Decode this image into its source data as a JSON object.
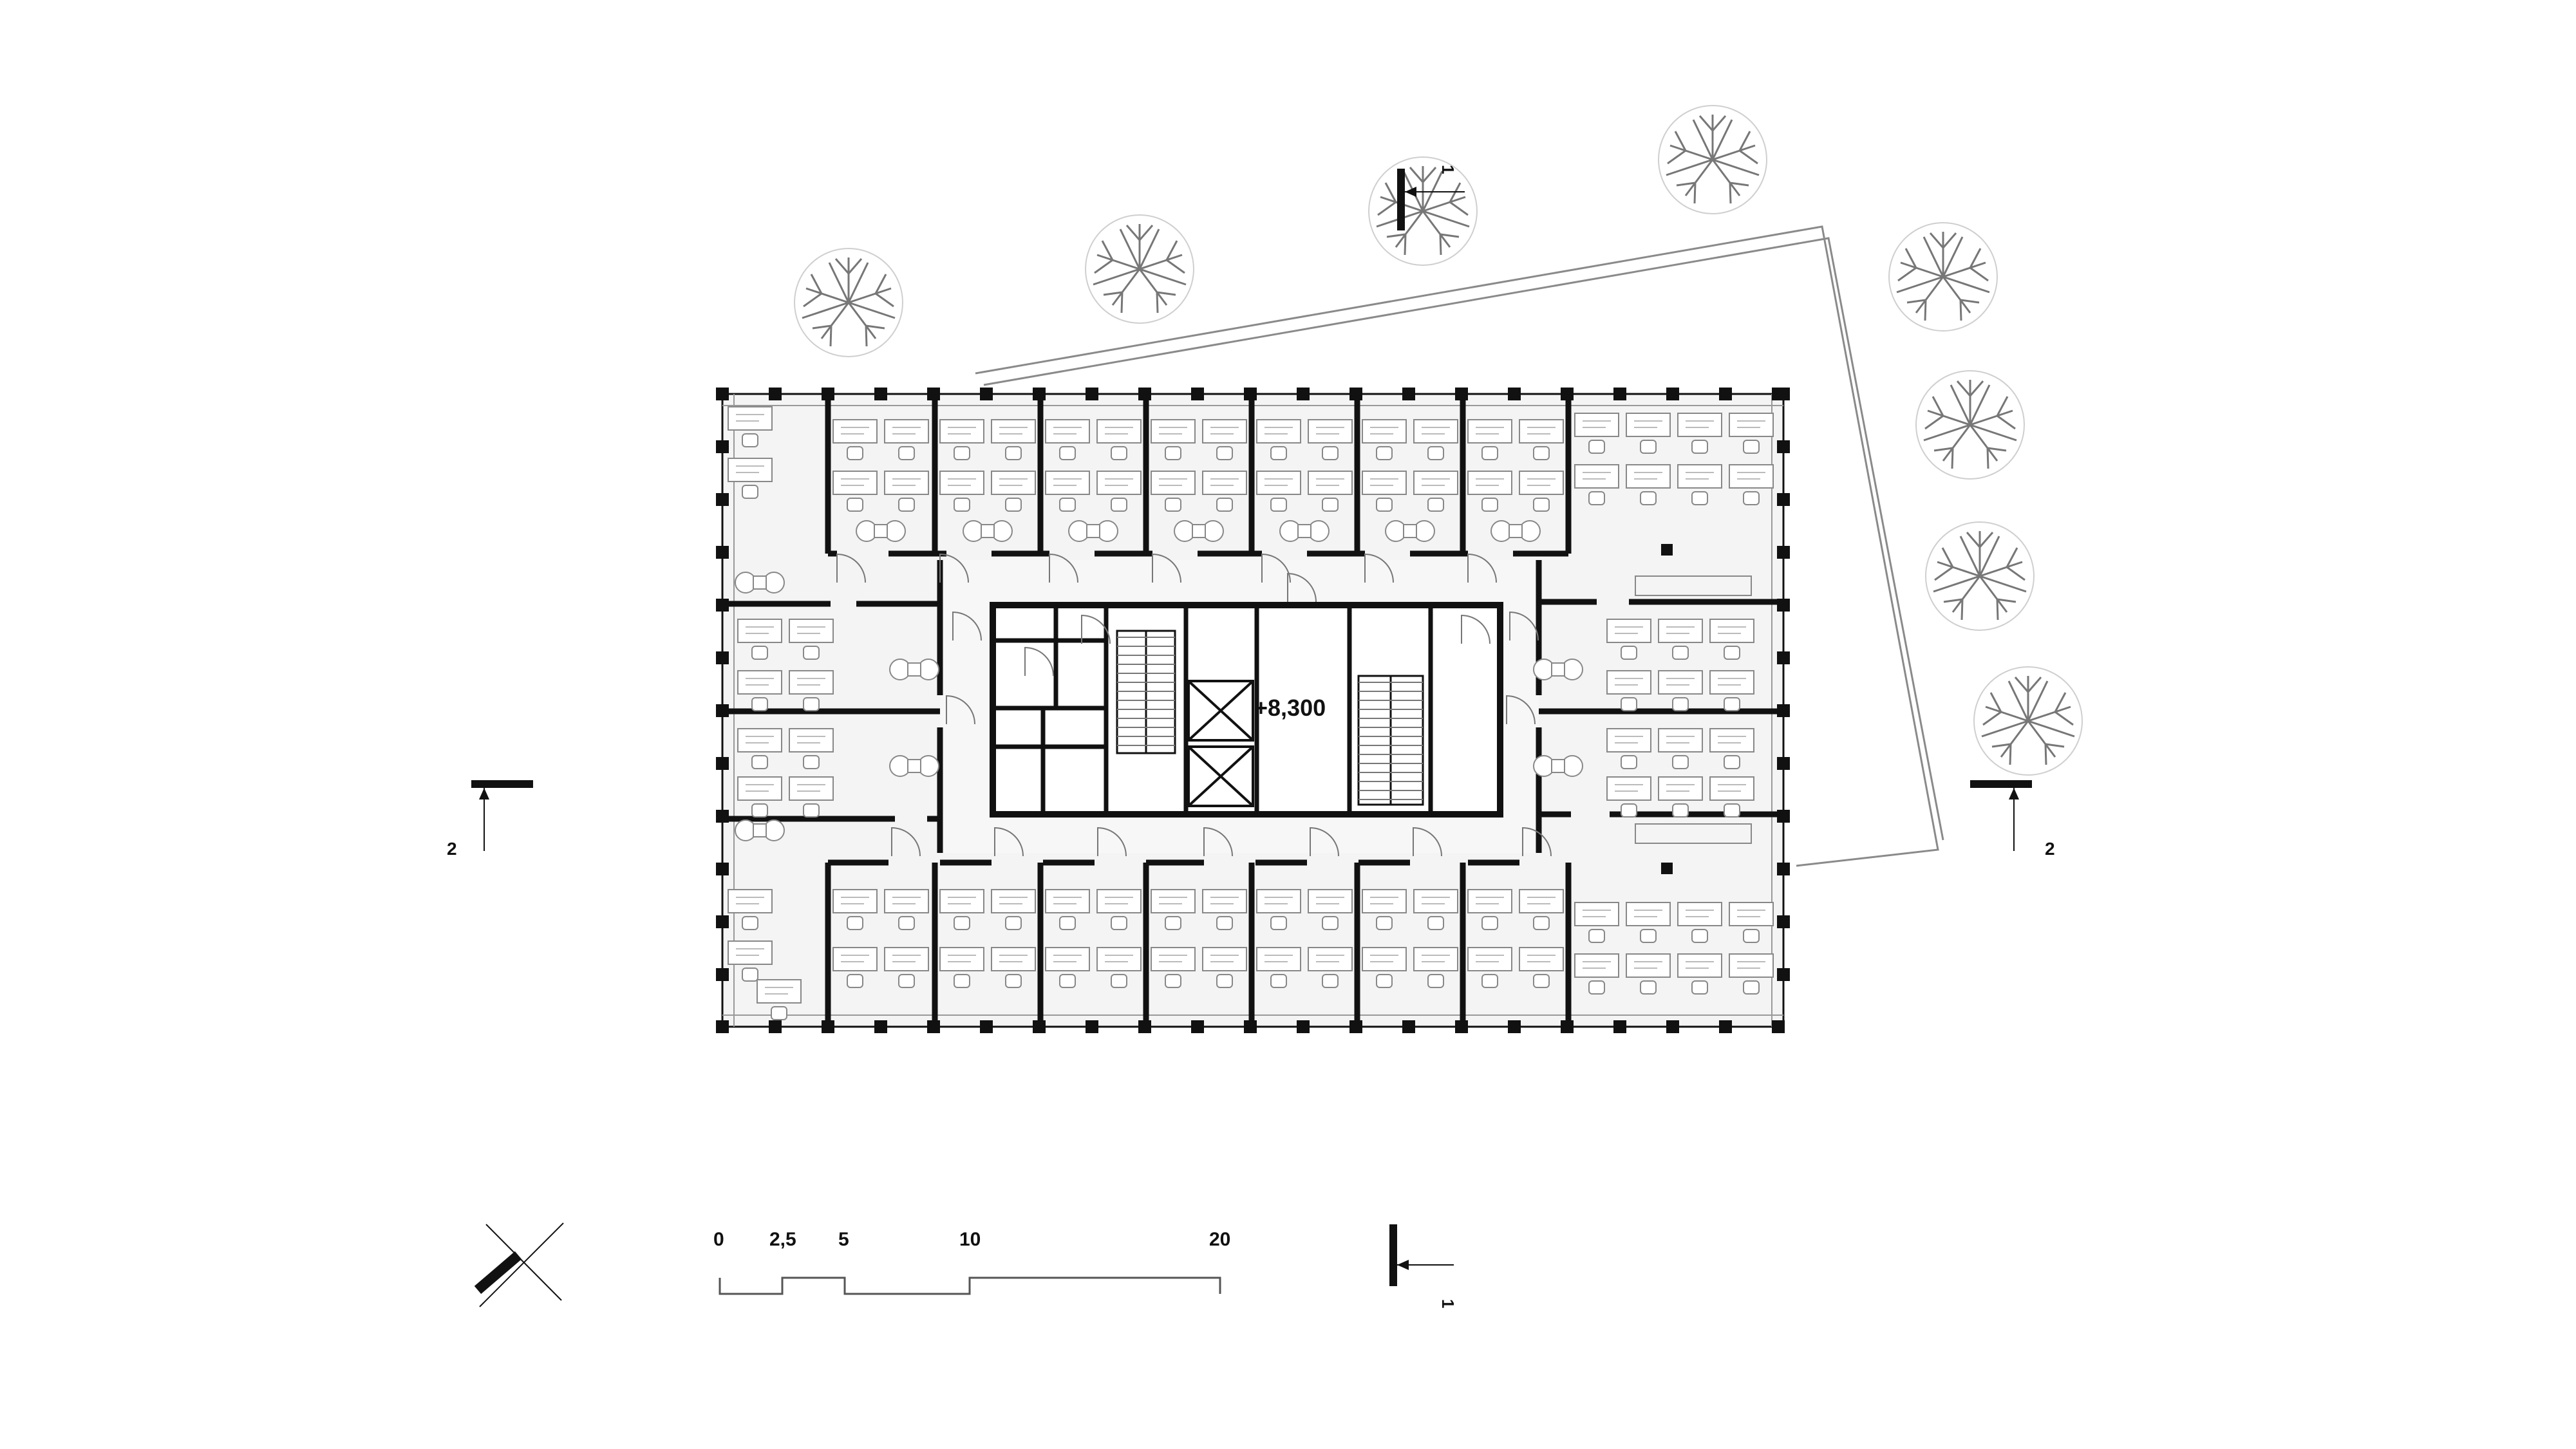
{
  "elevation_label": "+8,300",
  "section_1_label": "1",
  "section_2_label": "2",
  "scale_bar": {
    "ticks": [
      "0",
      "2,5",
      "5",
      "10",
      "20"
    ]
  },
  "colors": {
    "ink": "#111111",
    "floor": "#f4f4f4",
    "line": "#9a9a9a"
  },
  "icons": [
    "north-arrow-icon",
    "tree-icon",
    "elevator-icon",
    "stair-icon"
  ]
}
